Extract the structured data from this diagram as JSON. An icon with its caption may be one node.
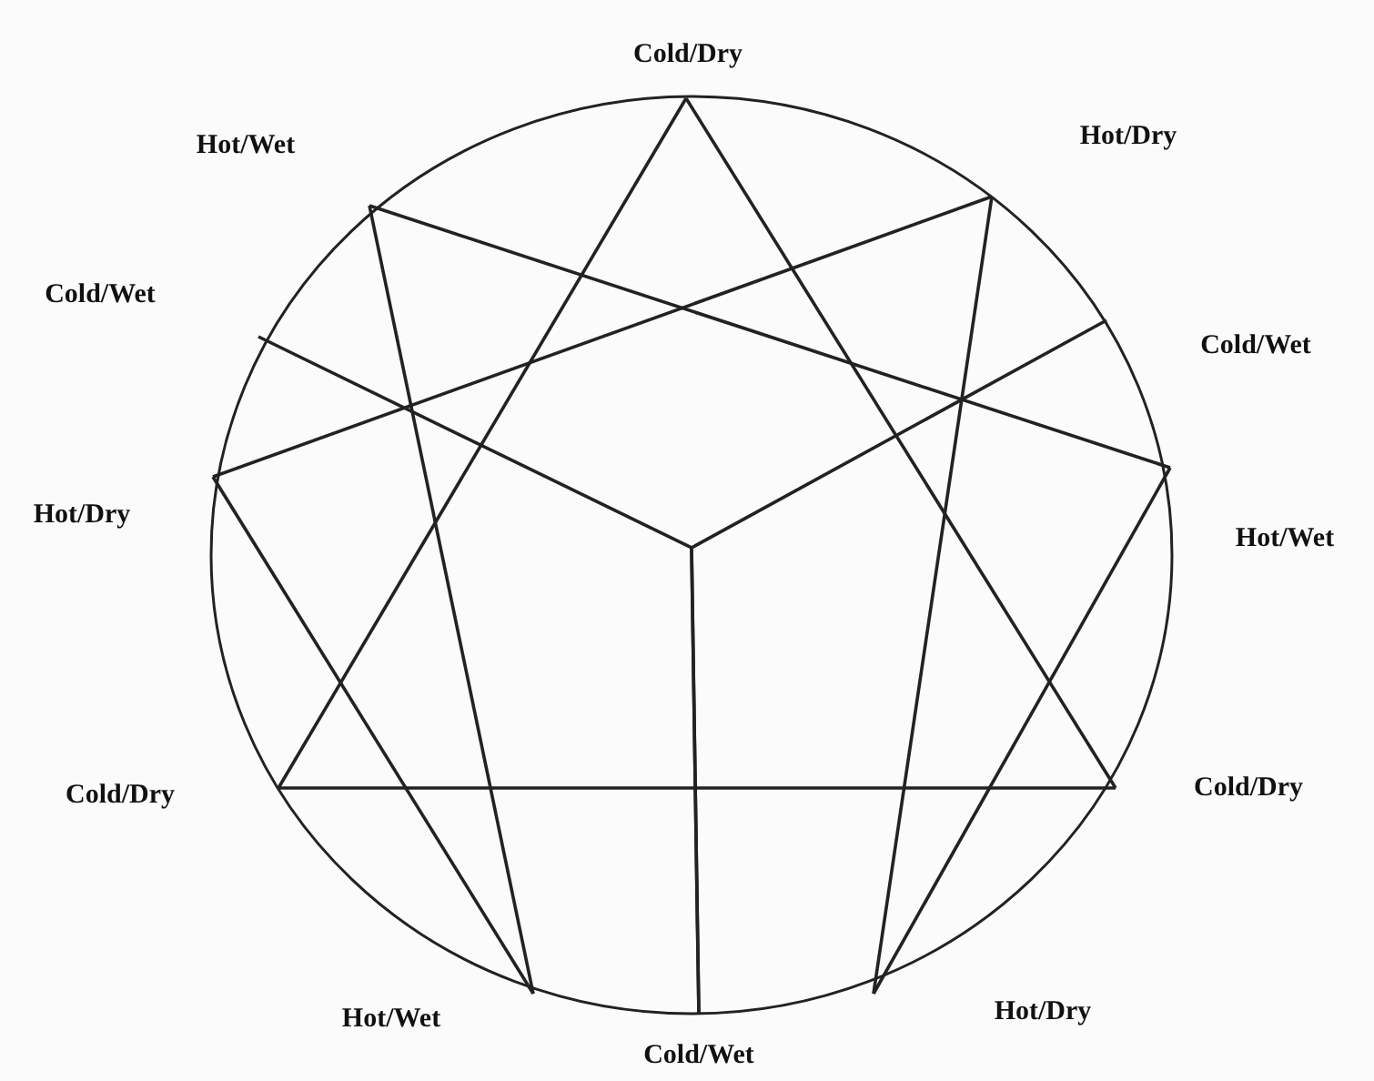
{
  "diagram": {
    "nodes": [
      {
        "text": [
          "Cold/Dry"
        ]
      },
      {
        "text": [
          "Hot/Wet"
        ]
      },
      {
        "text": [
          "Hot/Dry"
        ]
      },
      {
        "text": [
          "Cold/Wet"
        ]
      },
      {
        "text": [
          "Cold/Wet"
        ]
      },
      {
        "text": [
          "Hot/Dry"
        ]
      },
      {
        "text": [
          "Hot/Wet"
        ]
      },
      {
        "text": [
          "Cold/Dry"
        ]
      },
      {
        "text": [
          "Cold/Dry"
        ]
      },
      {
        "text": [
          "Hot/Wet"
        ]
      },
      {
        "text": [
          "Hot/Dry"
        ]
      },
      {
        "text": [
          "Cold/Wet"
        ]
      }
    ],
    "edges": [
      {
        "from": 0,
        "to": 7,
        "arrow": "none"
      },
      {
        "from": 0,
        "to": 8,
        "arrow": "none"
      },
      {
        "from": 7,
        "to": 8,
        "arrow": "none"
      },
      {
        "from": 1,
        "to": 6,
        "arrow": "none"
      },
      {
        "from": 1,
        "to": 9,
        "arrow": "none"
      },
      {
        "from": 2,
        "to": 5,
        "arrow": "none"
      },
      {
        "from": 2,
        "to": 10,
        "arrow": "none"
      },
      {
        "from": 5,
        "to": 9,
        "arrow": "none"
      },
      {
        "from": 6,
        "to": 10,
        "arrow": "none"
      },
      {
        "from": 3,
        "to": 11,
        "arrow": "none"
      },
      {
        "from": 4,
        "to": 11,
        "arrow": "none"
      }
    ]
  }
}
